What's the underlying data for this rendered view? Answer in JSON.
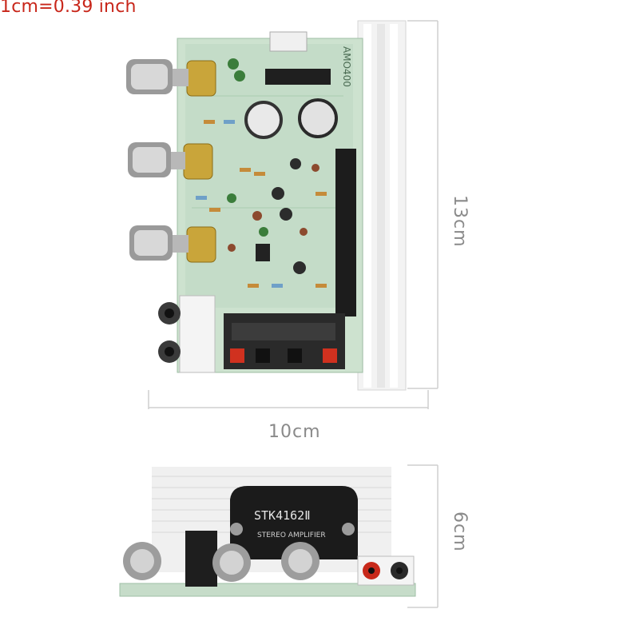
{
  "scale_note": "1cm=0.39 inch",
  "dimensions": {
    "height": "13cm",
    "width": "10cm",
    "depth": "6cm"
  },
  "board": {
    "model_label": "AMO400",
    "chip_label": "STK4162Ⅱ",
    "chip_sublabel": "STEREO AMPLIFIER"
  },
  "colors": {
    "pcb": "#cfe3d2",
    "heatsink": "#f2f2f2",
    "dimension_line": "#c9c9c9",
    "scale_note": "#c8261a"
  }
}
